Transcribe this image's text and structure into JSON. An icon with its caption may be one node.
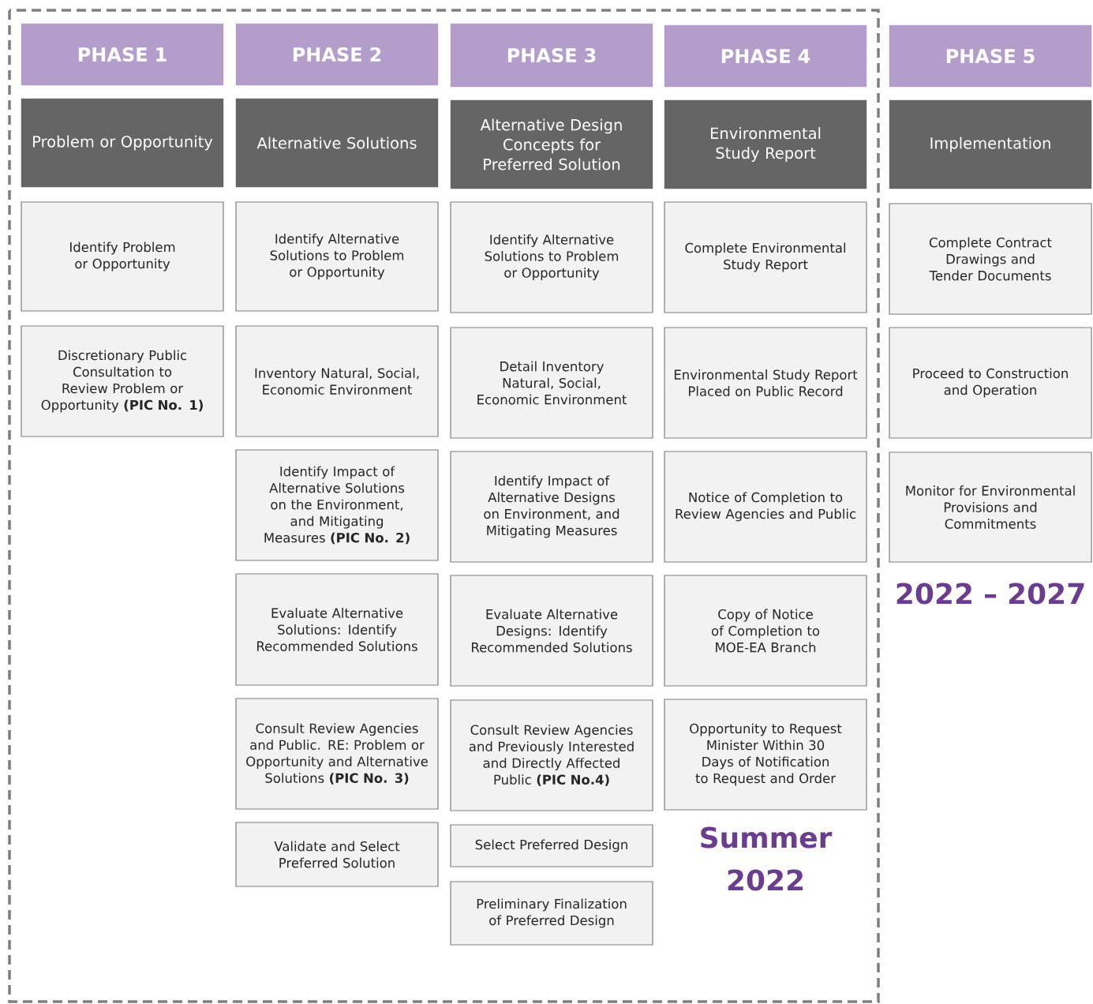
{
  "diagram": {
    "nodes": [
      {
        "text": [
          "PHASE 1"
        ]
      },
      {
        "text": [
          "Problem or Opportunity"
        ]
      },
      {
        "text": [
          "Identify Problem or Opportunity"
        ]
      },
      {
        "text": [
          "Discretionary Public Consultation to Review Problem or Opportunity **(PIC No. 1)**"
        ]
      },
      {
        "text": [
          "PHASE 2"
        ]
      },
      {
        "text": [
          "Alternative Solutions"
        ]
      },
      {
        "text": [
          "Identify Alternative Solutions to Problem or Opportunity"
        ]
      },
      {
        "text": [
          "Inventory Natural, Social, Economic Environment"
        ]
      },
      {
        "text": [
          "Identify Impact of Alternative Solutions on the Environment, and Mitigating Measures **(PIC No. 2)**"
        ]
      },
      {
        "text": [
          "Evaluate Alternative Solutions: Identify Recommended Solutions"
        ]
      },
      {
        "text": [
          "Consult Review Agencies and Public. RE: Problem or Opportunity and Alternative Solutions **(PIC No. 3)**"
        ]
      },
      {
        "text": [
          "Validate and Select Preferred Solution"
        ]
      },
      {
        "text": [
          "PHASE 3"
        ]
      },
      {
        "text": [
          "Alternative Design Concepts for Preferred Solution"
        ]
      },
      {
        "text": [
          "Identify Alternative Solutions to Problem or Opportunity"
        ]
      },
      {
        "text": [
          "Detail Inventory Natural, Social, Economic Environment"
        ]
      },
      {
        "text": [
          "Identify Impact of Alternative Designs on Environment, and Mitigating Measures"
        ]
      },
      {
        "text": [
          "Evaluate Alternative Designs: Identify Recommended Solutions"
        ]
      },
      {
        "text": [
          "Consult Review Agencies and Previously Interested and Directly Affected Public **(PIC No.4)**"
        ]
      },
      {
        "text": [
          "Select Preferred Design"
        ]
      },
      {
        "text": [
          "Preliminary Finalization of Preferred Design"
        ]
      },
      {
        "text": [
          "PHASE 4"
        ]
      },
      {
        "text": [
          "Environmental Study Report"
        ]
      },
      {
        "text": [
          "Complete Environmental Study Report"
        ]
      },
      {
        "text": [
          "Environmental Study Report Placed on Public Record"
        ]
      },
      {
        "text": [
          "Notice of Completion to Review Agencies and Public"
        ]
      },
      {
        "text": [
          "Copy of Notice of Completion to MOE-EA Branch"
        ]
      },
      {
        "text": [
          "Opportunity to Request Minister Within 30 Days of Notification to Request and Order"
        ]
      },
      {
        "text": [
          "PHASE 5"
        ]
      },
      {
        "text": [
          "Implementation"
        ]
      },
      {
        "text": [
          "Complete Contract Drawings and Tender Documents"
        ]
      },
      {
        "text": [
          "Proceed to Construction and Operation"
        ]
      },
      {
        "text": [
          "Monitor for Environmental Provisions and Commitments"
        ]
      }
    ],
    "labels": [
      "Summer 2022",
      "2022 – 2027"
    ]
  }
}
